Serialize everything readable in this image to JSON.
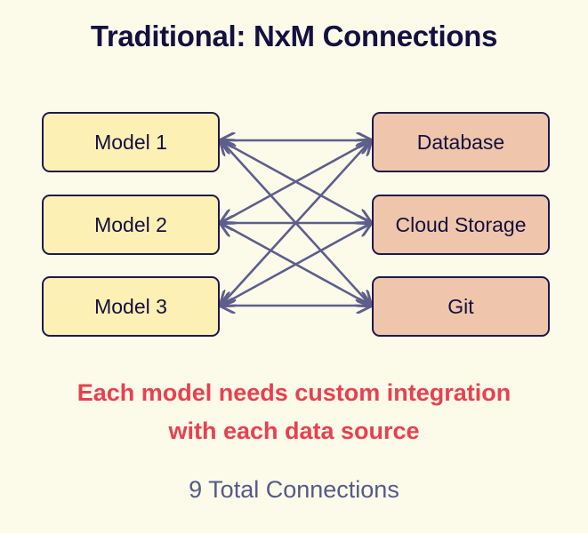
{
  "title": "Traditional: NxM Connections",
  "models": [
    "Model 1",
    "Model 2",
    "Model 3"
  ],
  "sources": [
    "Database",
    "Cloud Storage",
    "Git"
  ],
  "connections": [
    {
      "from": 0,
      "to": 0
    },
    {
      "from": 0,
      "to": 1
    },
    {
      "from": 0,
      "to": 2
    },
    {
      "from": 1,
      "to": 0
    },
    {
      "from": 1,
      "to": 1
    },
    {
      "from": 1,
      "to": 2
    },
    {
      "from": 2,
      "to": 0
    },
    {
      "from": 2,
      "to": 1
    },
    {
      "from": 2,
      "to": 2
    }
  ],
  "description": [
    "Each model needs custom integration",
    "with each data source"
  ],
  "total": "9 Total Connections",
  "colors": {
    "background": "#fcfbea",
    "title": "#14103f",
    "model_fill": "#fdf0b4",
    "source_fill": "#efc6ab",
    "box_border": "#1e1a4a",
    "line": "#5e5e8c",
    "description": "#e8404f",
    "total": "#565a88"
  }
}
